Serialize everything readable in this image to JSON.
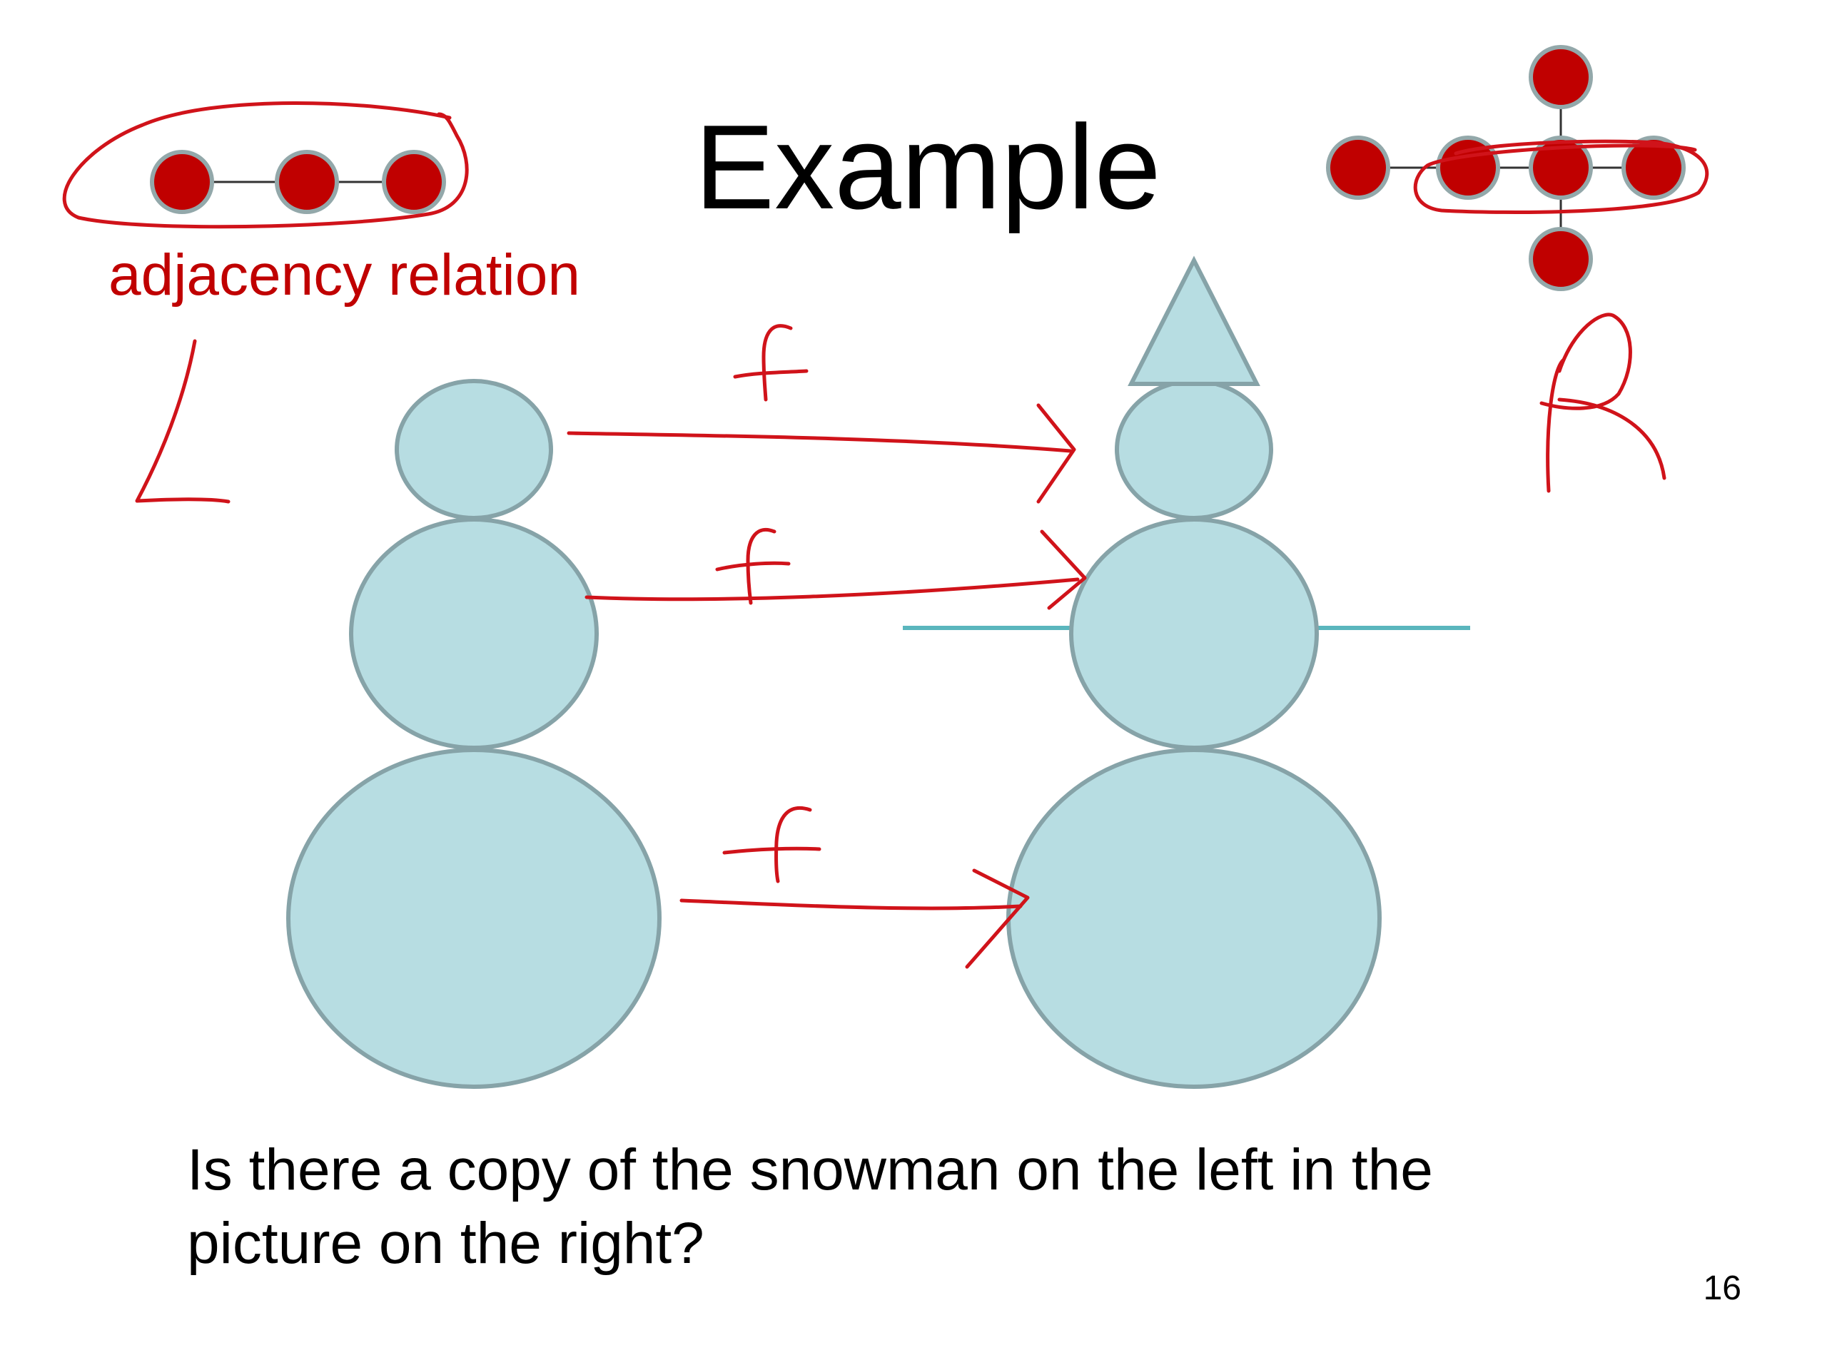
{
  "slide": {
    "title": "Example",
    "relation_label": "adjacency relation",
    "question": "Is there a copy of the snowman on the left in the picture on the right?",
    "page_number": "16"
  },
  "annotations": {
    "left_pattern_letter": "L",
    "right_pattern_letter": "R",
    "mapping_letter": "f"
  },
  "colors": {
    "background": "#ffffff",
    "snowman_fill": "#b7dde2",
    "snowman_stroke": "#86a3a8",
    "node_fill": "#c00000",
    "node_stroke": "#93a8aa",
    "ink": "#d0131a",
    "arm": "#5ab6bd",
    "text": "#000000",
    "label_text": "#c00000"
  }
}
